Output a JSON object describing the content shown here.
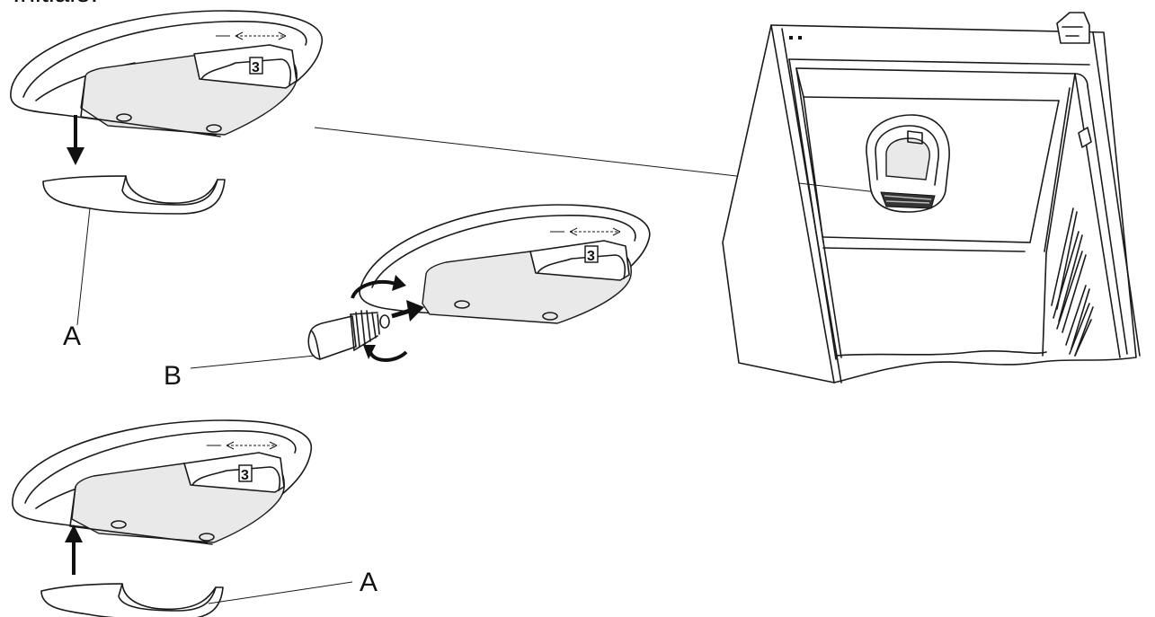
{
  "heading": "Initiale:",
  "labels": {
    "a_top": "A",
    "b": "B",
    "a_bottom": "A"
  },
  "step_marks": {
    "top": "3",
    "middle": "3",
    "bottom": "3"
  },
  "colors": {
    "line": "#1a1a1a",
    "background": "#ffffff"
  }
}
